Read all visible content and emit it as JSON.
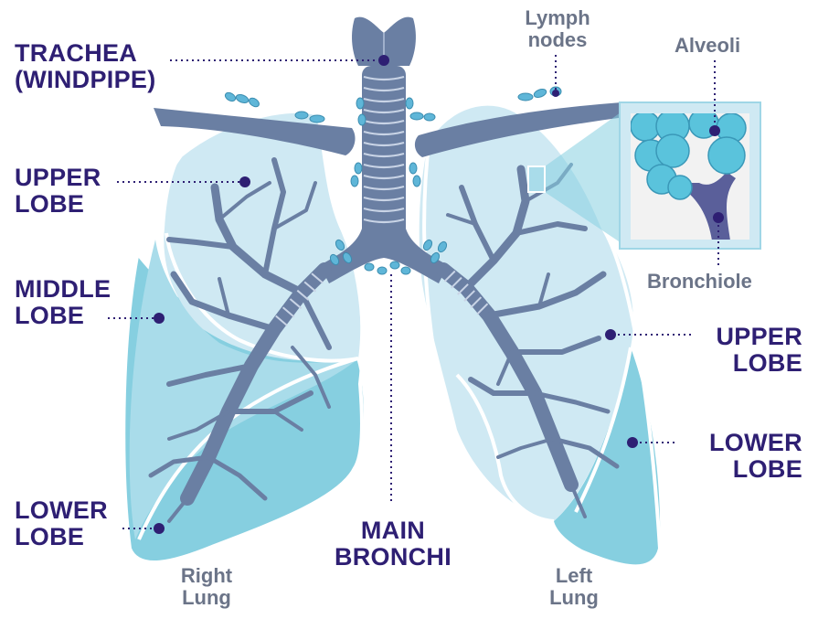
{
  "labels": {
    "trachea": [
      "TRACHEA",
      "(WINDPIPE)"
    ],
    "lymph_nodes": [
      "Lymph",
      "nodes"
    ],
    "alveoli": "Alveoli",
    "bronchiole": "Bronchiole",
    "right_upper_lobe": [
      "UPPER",
      "LOBE"
    ],
    "right_middle_lobe": [
      "MIDDLE",
      "LOBE"
    ],
    "right_lower_lobe": [
      "LOWER",
      "LOBE"
    ],
    "left_upper_lobe": [
      "UPPER",
      "LOBE"
    ],
    "left_lower_lobe": [
      "LOWER",
      "LOBE"
    ],
    "main_bronchi": [
      "MAIN",
      "BRONCHI"
    ],
    "right_lung": [
      "Right",
      "Lung"
    ],
    "left_lung": [
      "Left",
      "Lung"
    ]
  },
  "colors": {
    "label_dark": "#2e1f73",
    "label_grey": "#6b7488",
    "airway": "#6a7fa3",
    "lung_light": "#cfe9f3",
    "lung_mid": "#a9dcea",
    "lung_deep": "#86cfe0",
    "lymph": "#5fb6d8",
    "marker": "#2e1f73"
  }
}
